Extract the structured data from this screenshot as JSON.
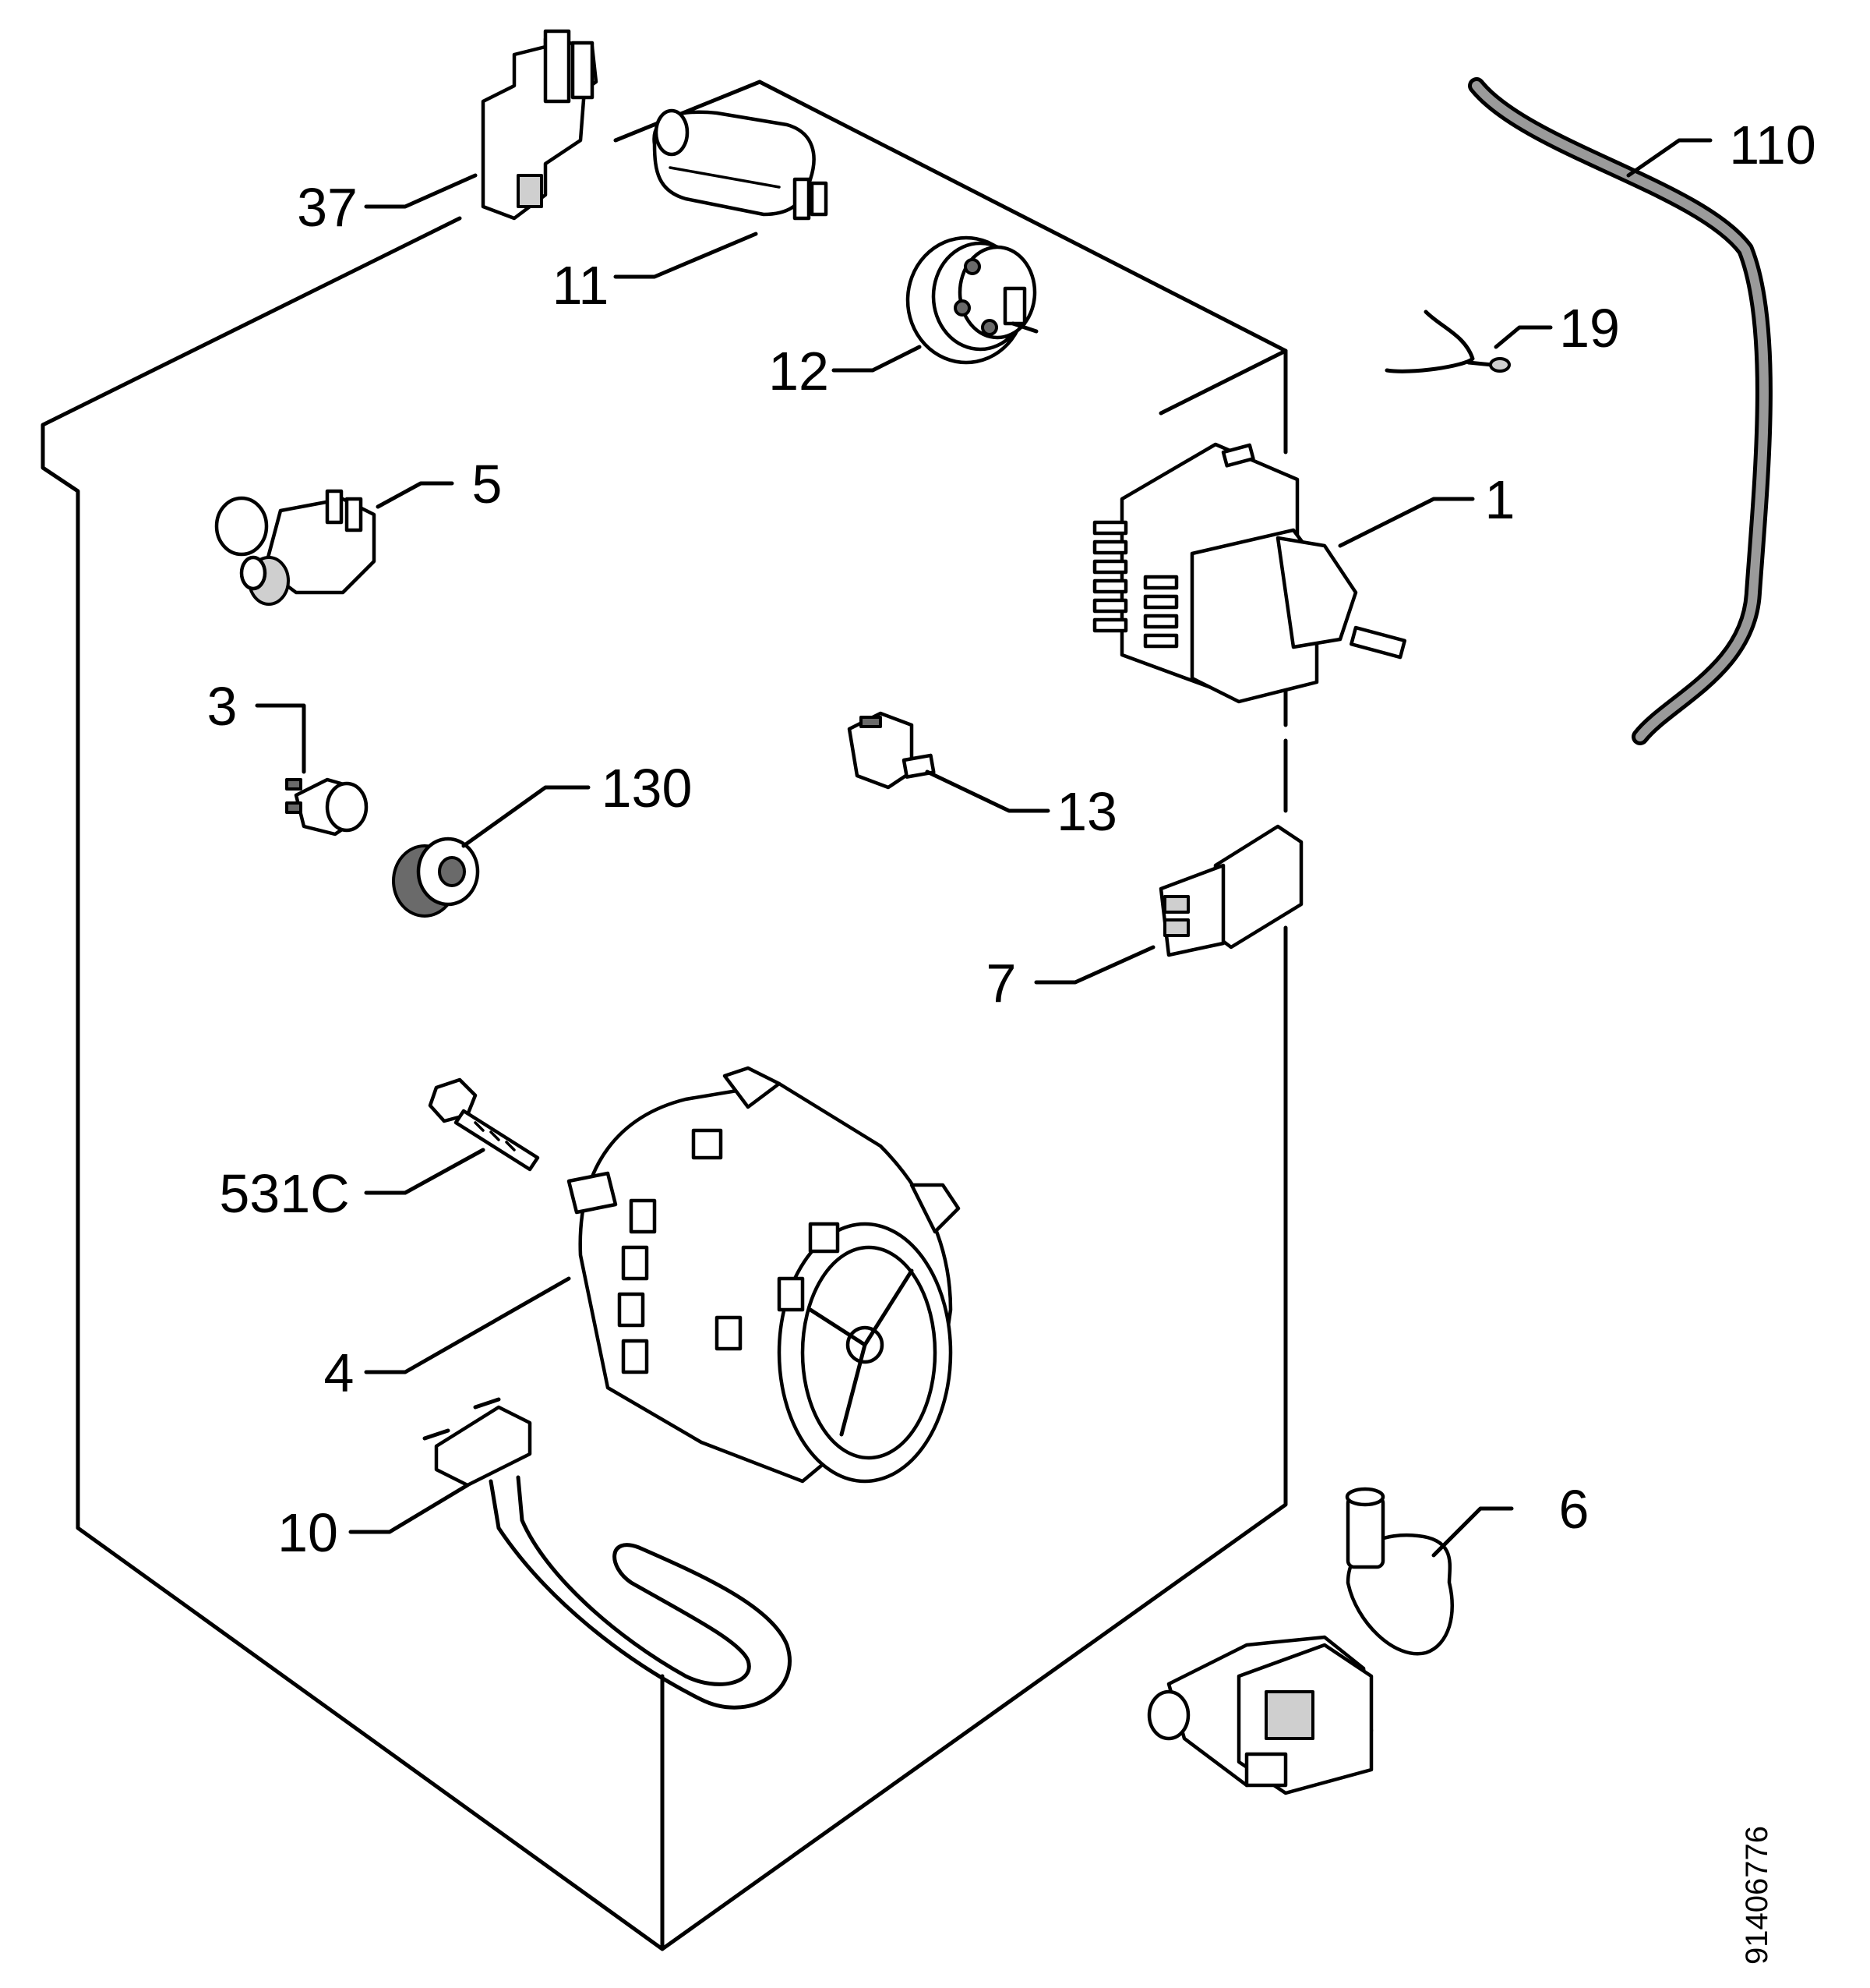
{
  "diagram": {
    "type": "exploded parts view",
    "callouts": [
      {
        "id": "37",
        "text": "37"
      },
      {
        "id": "11",
        "text": "11"
      },
      {
        "id": "12",
        "text": "12"
      },
      {
        "id": "110",
        "text": "110"
      },
      {
        "id": "19",
        "text": "19"
      },
      {
        "id": "5",
        "text": "5"
      },
      {
        "id": "1",
        "text": "1"
      },
      {
        "id": "3",
        "text": "3"
      },
      {
        "id": "130",
        "text": "130"
      },
      {
        "id": "13",
        "text": "13"
      },
      {
        "id": "7",
        "text": "7"
      },
      {
        "id": "531c",
        "text": "531C"
      },
      {
        "id": "4",
        "text": "4"
      },
      {
        "id": "10",
        "text": "10"
      },
      {
        "id": "6",
        "text": "6"
      }
    ],
    "drawing_number": "91406776"
  }
}
